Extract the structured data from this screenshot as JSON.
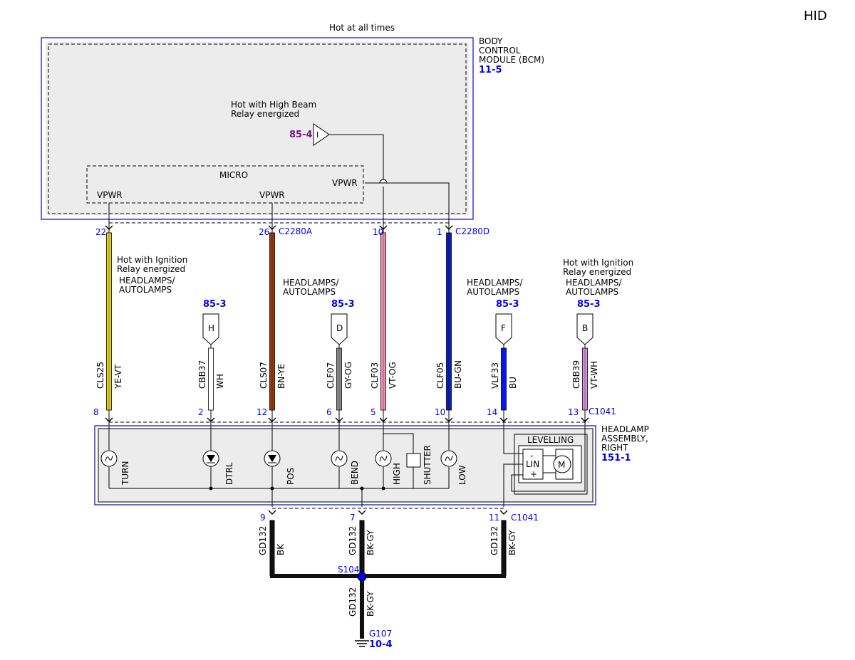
{
  "page_label": "HID",
  "bcm": {
    "note": "Hot at all times",
    "name_lines": [
      "BODY",
      "CONTROL",
      "MODULE (BCM)"
    ],
    "ref": "11-5",
    "micro_label": "MICRO",
    "vpwr": "VPWR",
    "high_beam_note_lines": [
      "Hot with High Beam",
      "Relay energized"
    ],
    "input_ref": "85-4",
    "input_letter": "I",
    "connector_a": "C2280A",
    "connector_d": "C2280D"
  },
  "headlamp": {
    "name_lines": [
      "HEADLAMP",
      "ASSEMBLY,",
      "RIGHT"
    ],
    "ref": "151-1",
    "connector": "C1041",
    "levelling": "LEVELLING",
    "lin": "LIN",
    "motor": "M",
    "components": [
      "TURN",
      "DTRL",
      "POS",
      "BEND",
      "HIGH",
      "SHUTTER",
      "LOW"
    ]
  },
  "notes": {
    "ignition_lines": [
      "Hot with Ignition",
      "Relay energized"
    ],
    "headlamps_lines": [
      "HEADLAMPS/",
      "AUTOLAMPS"
    ]
  },
  "wires": [
    {
      "circuit": "CLS25",
      "color": "YE-VT",
      "top_pin": "22",
      "bottom_pin": "8"
    },
    {
      "circuit": "CBB37",
      "color": "WH",
      "bottom_pin": "2",
      "flag_ref": "85-3",
      "flag_letter": "H"
    },
    {
      "circuit": "CLS07",
      "color": "BN-YE",
      "top_pin": "26",
      "bottom_pin": "12"
    },
    {
      "circuit": "CLF07",
      "color": "GY-OG",
      "bottom_pin": "6",
      "flag_ref": "85-3",
      "flag_letter": "D"
    },
    {
      "circuit": "CLF03",
      "color": "VT-OG",
      "top_pin": "10",
      "bottom_pin": "5"
    },
    {
      "circuit": "CLF05",
      "color": "BU-GN",
      "top_pin": "1",
      "bottom_pin": "10"
    },
    {
      "circuit": "VLF33",
      "color": "BU",
      "bottom_pin": "14",
      "flag_ref": "85-3",
      "flag_letter": "F"
    },
    {
      "circuit": "CBB39",
      "color": "VT-WH",
      "bottom_pin": "13",
      "flag_ref": "85-3",
      "flag_letter": "B"
    }
  ],
  "ground": {
    "pins": [
      "9",
      "7",
      "11"
    ],
    "circuit": "GD132",
    "colors": [
      "BK",
      "BK-GY",
      "BK-GY",
      "BK-GY"
    ],
    "splice": "S104",
    "ground_id": "G107",
    "ground_ref": "10-4"
  },
  "wire_colors": {
    "YE-VT": "#e8d21a",
    "WH": "#ffffff",
    "BN-YE": "#9a3a10",
    "GY-OG": "#8c8c8c",
    "VT-OG": "#f08cb4",
    "BU-GN": "#0a1ec8",
    "BU": "#0a14ee",
    "VT-WH": "#d890e0"
  }
}
